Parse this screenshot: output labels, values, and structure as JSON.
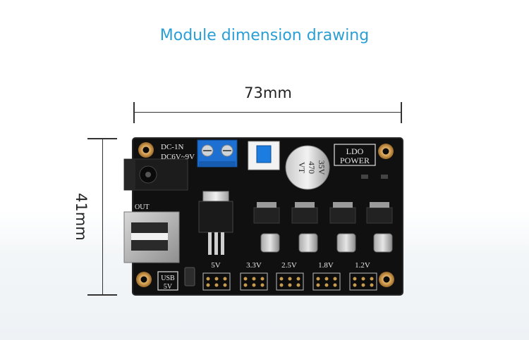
{
  "title": "Module dimension drawing",
  "width_label": "73mm",
  "height_label": "41mm",
  "board": {
    "dc_in": "DC-1N",
    "dc_range": "DC6V~9V",
    "logo_line1": "LDO",
    "logo_line2": "POWER",
    "cap_line1": "470",
    "cap_line2": "35V",
    "cap_line3": "VT",
    "out_label": "OUT",
    "usb_line1": "USB",
    "usb_line2": "5V",
    "rails": [
      "5V",
      "3.3V",
      "2.5V",
      "1.8V",
      "1.2V"
    ]
  }
}
